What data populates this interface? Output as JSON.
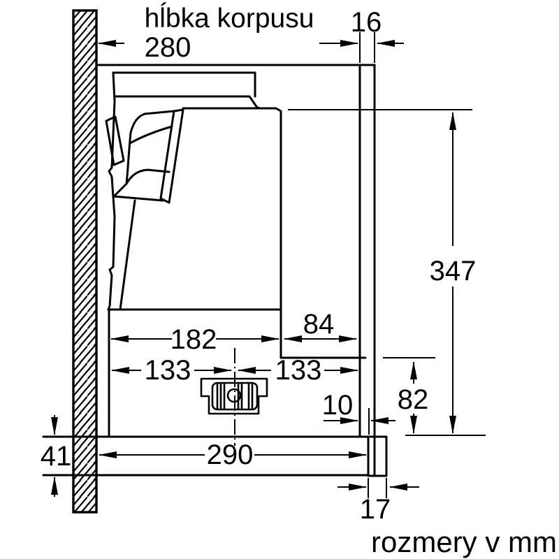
{
  "page": {
    "background": "#ffffff",
    "line_color": "#000000"
  },
  "drawing": {
    "heading": "hĺbka korpusu",
    "footer": "rozmery v mm",
    "dims": {
      "body_depth": "280",
      "front_panel_thickness": "16",
      "total_height": "347",
      "duct_recess_depth": "84",
      "body_inner_depth": "182",
      "center_to_back": "133",
      "center_to_front": "133",
      "panel_offset": "10",
      "lower_section_height": "82",
      "visor_height": "41",
      "visor_depth": "290",
      "front_strip_depth": "17"
    }
  }
}
